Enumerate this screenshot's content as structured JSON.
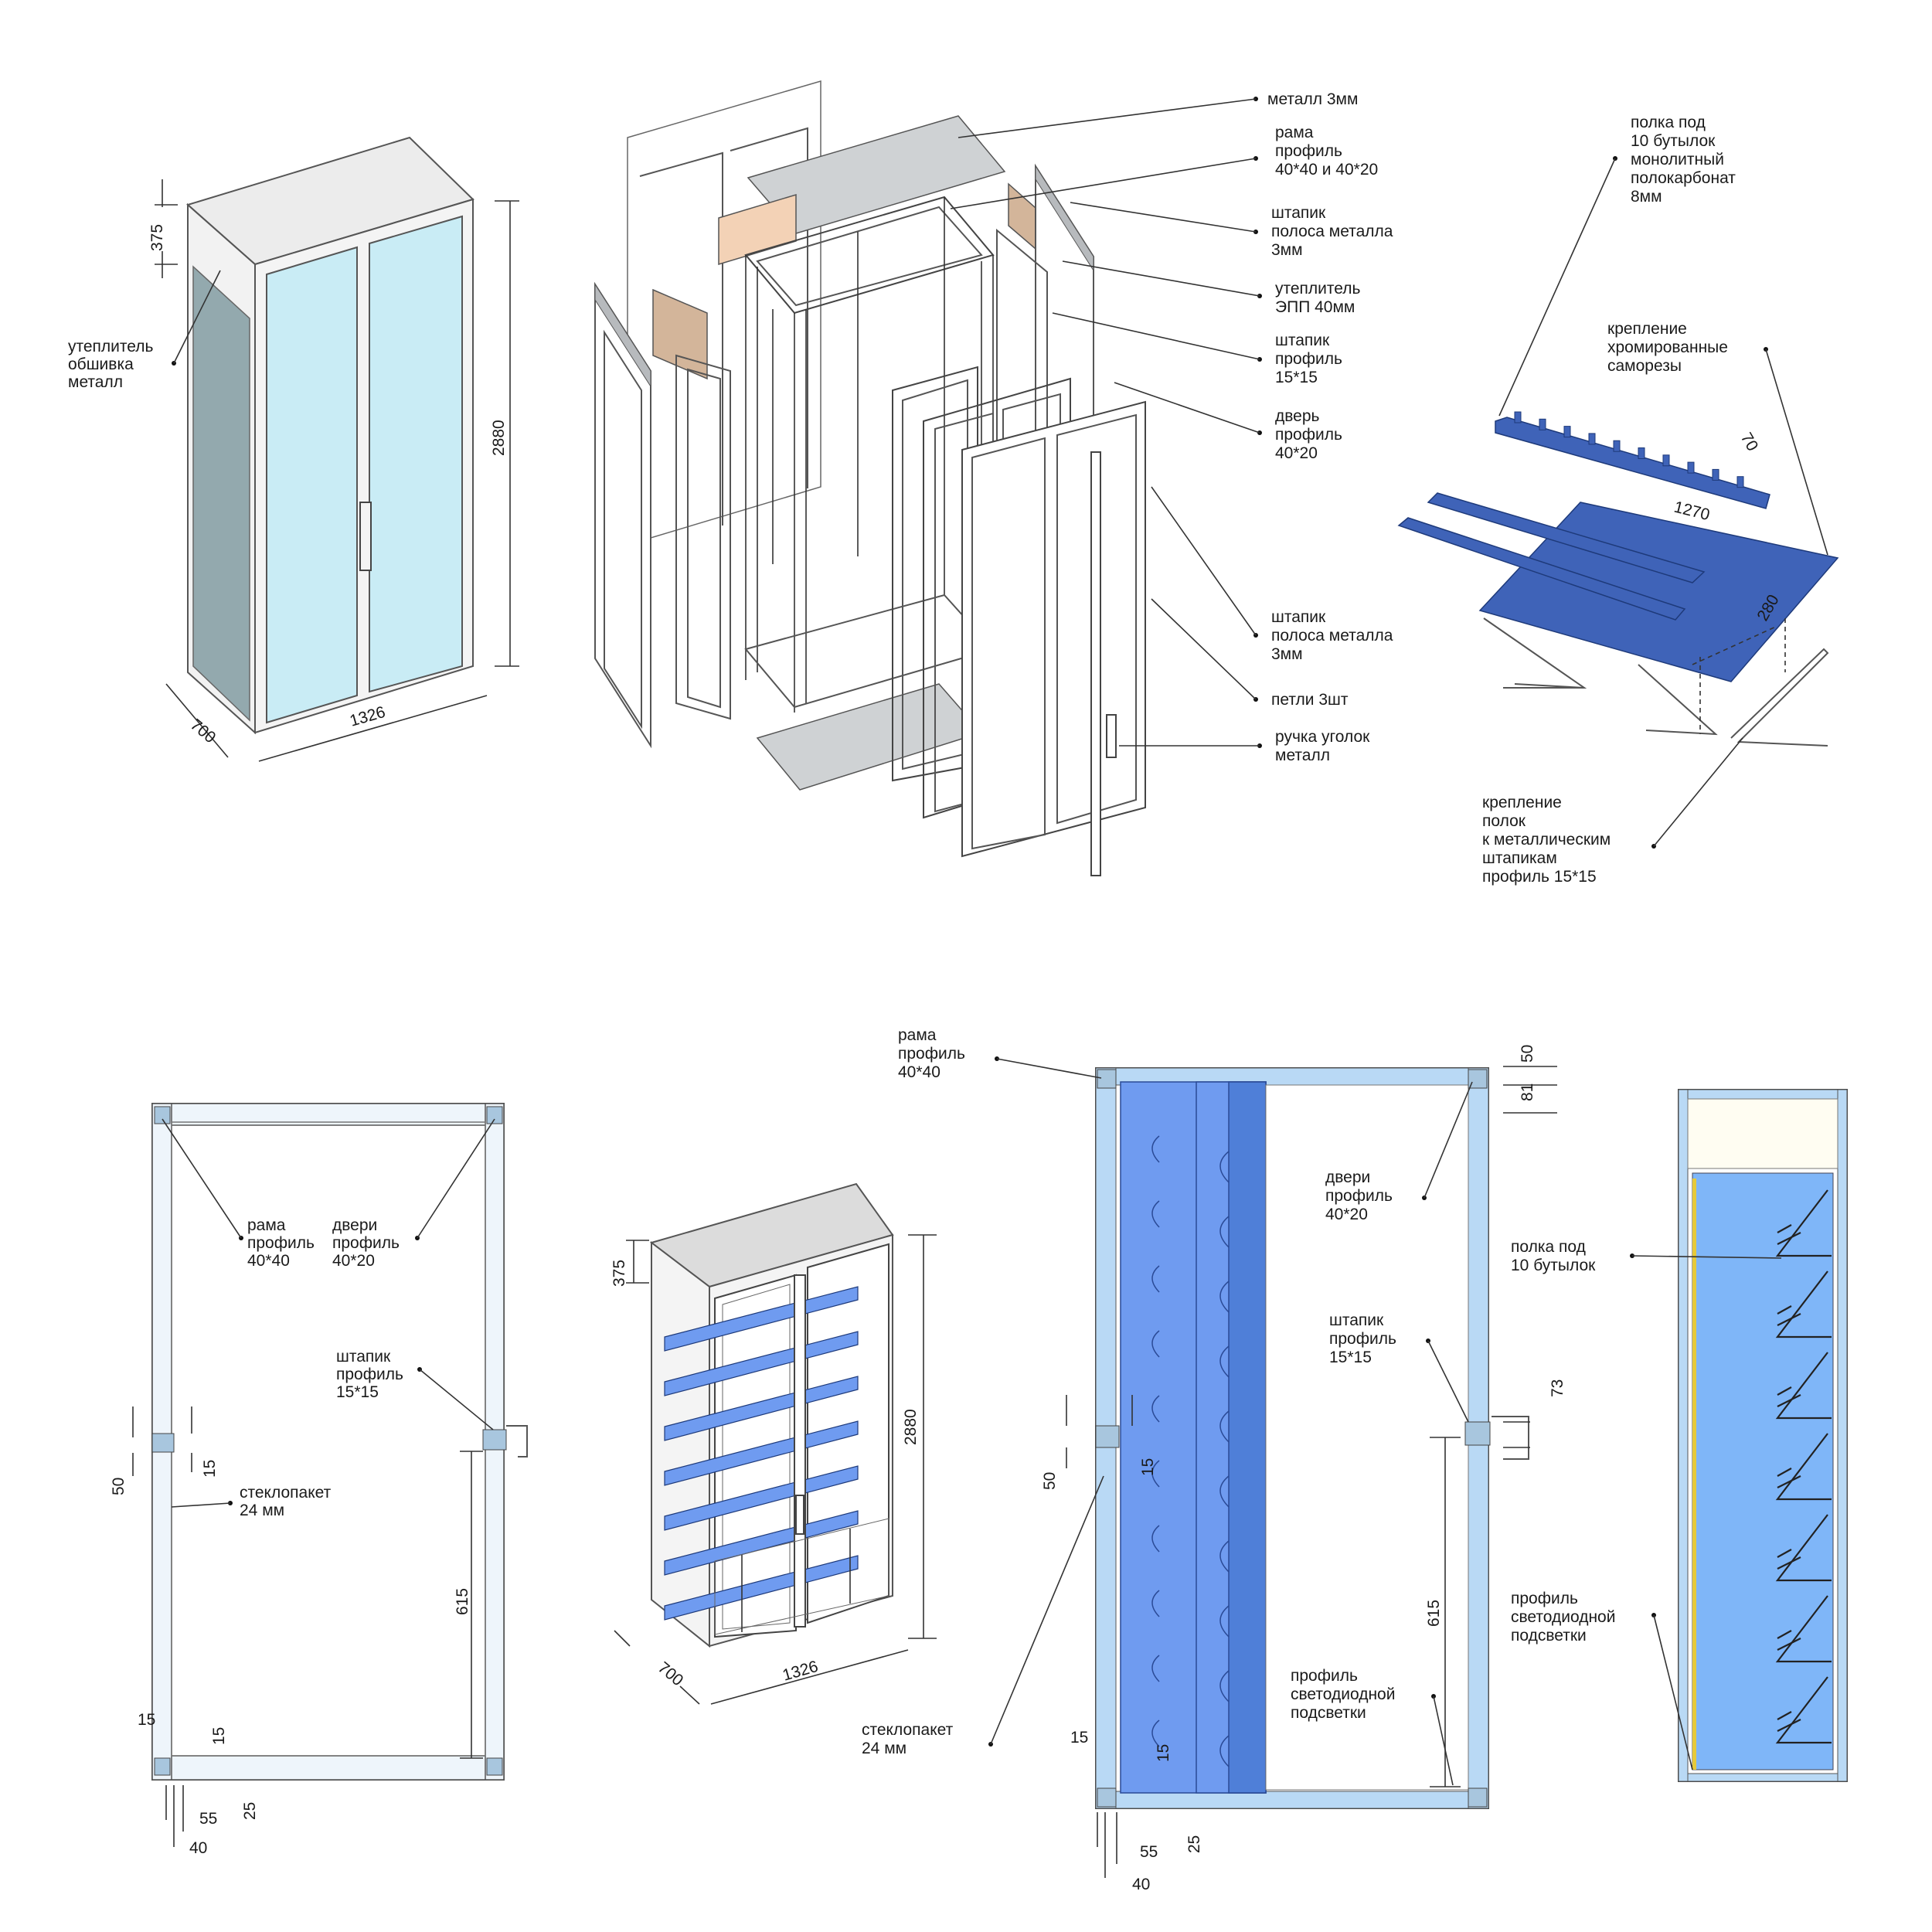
{
  "colors": {
    "glass": "#c9ecf5",
    "insulation_side": "#93a9ae",
    "plate": "#cfd2d4",
    "insulation_block": "#f3d2b6",
    "insulation_block_b": "#d3b59a",
    "shelf": "#3f63b8",
    "shelf_light": "#6f9bf0",
    "panel_blue": "#7fb6f8",
    "led": "#e6c93a",
    "frame_blue": "#b9d9f5"
  },
  "top_left": {
    "dims": {
      "top": "375",
      "height": "2880",
      "depth": "700",
      "width": "1326"
    },
    "label_insulation": [
      "утеплитель",
      "обшивка",
      "металл"
    ]
  },
  "exploded": {
    "metal": "металл 3мм",
    "frame": [
      "рама",
      "профиль",
      "40*40 и 40*20"
    ],
    "bead_top": [
      "штапик",
      "полоса металла",
      "3мм"
    ],
    "insulation": [
      "утеплитель",
      "ЭПП 40мм"
    ],
    "bead_profile": [
      "штапик",
      "профиль",
      "15*15"
    ],
    "door": [
      "дверь",
      "профиль",
      "40*20"
    ],
    "bead_bottom": [
      "штапик",
      "полоса металла",
      "3мм"
    ],
    "hinges": "петли 3шт",
    "handle": [
      "ручка уголок",
      "металл"
    ]
  },
  "shelf_detail": {
    "shelf_label": [
      "полка под",
      "10 бутылок",
      "монолитный",
      "полокарбонат",
      "8мм"
    ],
    "fastening": [
      "крепление",
      "хромированные",
      "саморезы"
    ],
    "mount": [
      "крепление",
      "полок",
      "к металлическим",
      "штапикам",
      "профиль 15*15"
    ],
    "dims": {
      "d70": "70",
      "d1270": "1270",
      "d280": "280"
    }
  },
  "section_left": {
    "frame": [
      "рама",
      "профиль",
      "40*40"
    ],
    "doors": [
      "двери",
      "профиль",
      "40*20"
    ],
    "bead": [
      "штапик",
      "профиль",
      "15*15"
    ],
    "glass": [
      "стеклопакет",
      "24 мм"
    ],
    "dims": {
      "d50": "50",
      "d15a": "15",
      "d615": "615",
      "d15b": "15",
      "d15c": "15",
      "d55": "55",
      "d25": "25",
      "d40": "40"
    }
  },
  "iso_bottom": {
    "dims": {
      "top": "375",
      "height": "2880",
      "depth": "700",
      "width": "1326"
    }
  },
  "section_right": {
    "frame": [
      "рама",
      "профиль",
      "40*40"
    ],
    "doors": [
      "двери",
      "профиль",
      "40*20"
    ],
    "bead": [
      "штапик",
      "профиль",
      "15*15"
    ],
    "led": [
      "профиль",
      "светодиодной",
      "подсветки"
    ],
    "glass": [
      "стеклопакет",
      "24 мм"
    ],
    "dims": {
      "d50t": "50",
      "d81": "81",
      "d73": "73",
      "d50": "50",
      "d15a": "15",
      "d615": "615",
      "d15b": "15",
      "d15c": "15",
      "d55": "55",
      "d25": "25",
      "d40": "40"
    }
  },
  "side_view": {
    "shelf": [
      "полка под",
      "10 бутылок"
    ],
    "led": [
      "профиль",
      "светодиодной",
      "подсветки"
    ]
  }
}
